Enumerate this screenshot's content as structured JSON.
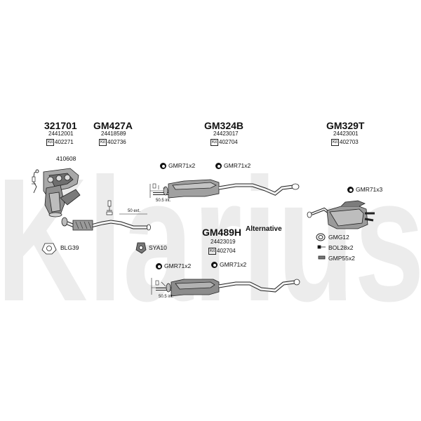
{
  "watermark": "Klarius",
  "groups": {
    "g1": {
      "code": "321701",
      "number": "24412001",
      "kit_icon": "Kit",
      "kit_number": "402271"
    },
    "g2": {
      "code": "GM427A",
      "number": "24418589",
      "kit_icon": "Kit",
      "kit_number": "402736"
    },
    "g3": {
      "code": "GM324B",
      "number": "24423017",
      "kit_icon": "Kit",
      "kit_number": "402704"
    },
    "g4": {
      "code": "GM329T",
      "number": "24423001",
      "kit_icon": "Kit",
      "kit_number": "402703"
    },
    "g5": {
      "code": "GM489H",
      "number": "24423019",
      "kit_icon": "Kit",
      "kit_number": "402704",
      "note": "Alternative"
    }
  },
  "parts": {
    "sensor_410608": "410608",
    "gasket_blg39": "BLG39",
    "clamp_sya10": "SYA10",
    "hanger_1": "GMR71x2",
    "hanger_2": "GMR71x2",
    "hanger_3": "GMR71x3",
    "hanger_4": "GMR71x2",
    "hanger_5": "GMR71x2",
    "gmg12": "GMG12",
    "bol28": "BOL28x2",
    "gmp55": "GMP55x2"
  },
  "dimensions": {
    "ext": "50 ext.",
    "int_upper": "50.5 int.",
    "int_lower": "50.5 int."
  },
  "colors": {
    "line": "#222222",
    "part_fill": "#9a9a9a",
    "part_dark": "#5a5a5a",
    "watermark": "#ececec"
  }
}
